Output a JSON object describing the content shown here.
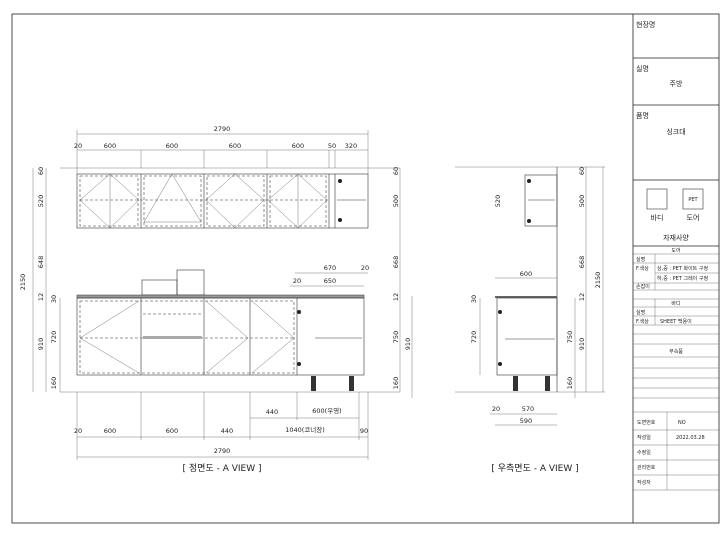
{
  "front_view": {
    "caption": "[ 정면도 - A VIEW ]",
    "top_dims": {
      "total": "2790",
      "segments": [
        "20",
        "600",
        "600",
        "600",
        "600",
        "50",
        "320"
      ]
    },
    "sink_dims": {
      "outer": "670",
      "outer_edge": "20",
      "inner_edge": "20",
      "inner": "650"
    },
    "left_dims": {
      "total": "2150",
      "upper_gap": "60",
      "upper_h": "520",
      "backsplash": "648",
      "top_thk": "12",
      "counter": "30",
      "base_h": "720",
      "base_total": "910",
      "plinth": "160"
    },
    "right_dims": {
      "upper_gap": "60",
      "upper_h": "500",
      "backsplash": "668",
      "top_thk": "12",
      "base_h": "750",
      "base_total": "910",
      "plinth": "160"
    },
    "bottom_dims": {
      "row1": [
        "440",
        "600(우영)"
      ],
      "row2": [
        "20",
        "600",
        "600",
        "440",
        "1040(코너장)",
        "90"
      ],
      "total": "2790"
    }
  },
  "side_view": {
    "caption": "[ 우측면도 - A VIEW ]",
    "left_dims": {
      "upper_h": "520",
      "counter": "30",
      "base_h": "720"
    },
    "right_dims": {
      "upper_gap": "60",
      "upper_h": "500",
      "backsplash": "668",
      "top_thk": "12",
      "base_h": "750",
      "base_total": "910",
      "plinth": "160",
      "total": "2150"
    },
    "top_dim": "600",
    "bottom_dims": {
      "edge": "20",
      "depth": "570",
      "total": "590"
    }
  },
  "title_block": {
    "site_label": "현장명",
    "room_label": "실명",
    "room_value": "주방",
    "product_label": "품명",
    "product_value": "싱크대",
    "swatch_body": "바디",
    "swatch_door_text": "PET",
    "swatch_door": "도어",
    "spec_title": "자재사양",
    "door_header": "도어",
    "door_rows": [
      {
        "label": "실명",
        "value": ""
      },
      {
        "label": "F.색상",
        "value": "상,중 : PET 화이트 구정"
      },
      {
        "label": "",
        "value": "하,중 : PET 그레이 구정"
      },
      {
        "label": "손잡이",
        "value": ""
      }
    ],
    "body_header": "바디",
    "body_rows": [
      {
        "label": "실명",
        "value": ""
      },
      {
        "label": "F.색상",
        "value": "SHEET 백용이"
      }
    ],
    "accessory_header": "부속품",
    "info_rows": [
      {
        "label": "도면번호",
        "value": "NO"
      },
      {
        "label": "작성일",
        "value": "2022.03.28"
      },
      {
        "label": "수정일",
        "value": ""
      },
      {
        "label": "관리번호",
        "value": ""
      },
      {
        "label": "작성자",
        "value": ""
      }
    ]
  }
}
